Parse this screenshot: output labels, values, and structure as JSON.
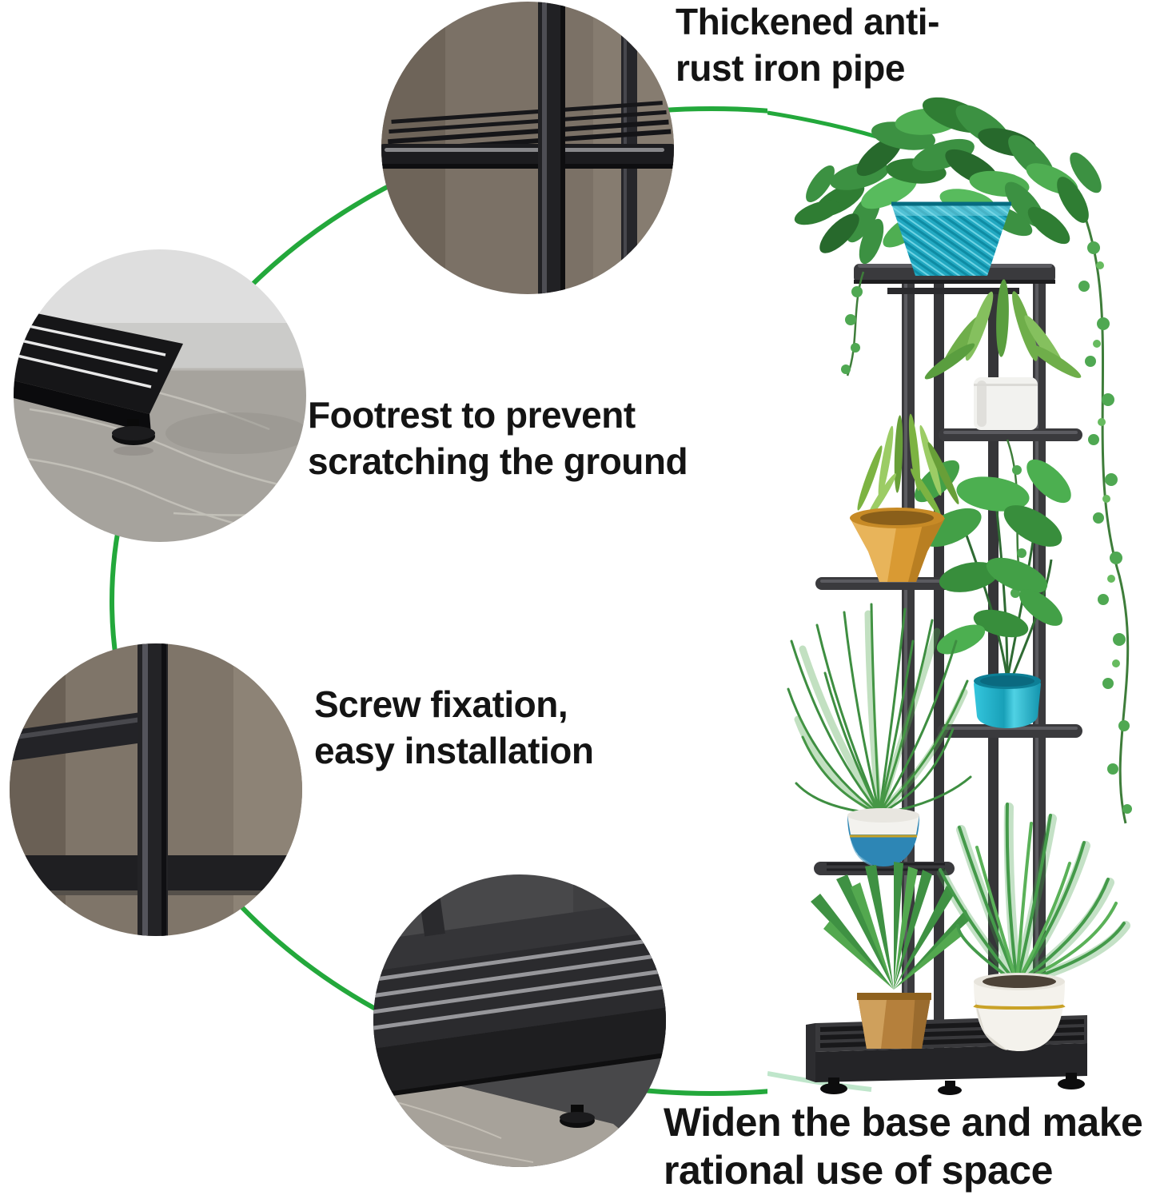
{
  "captions": {
    "pipe": {
      "line1": "Thickened anti-",
      "line2": "rust iron pipe"
    },
    "footrest": {
      "line1": "Footrest to prevent",
      "line2": "scratching the ground"
    },
    "screw": {
      "line1": "Screw fixation,",
      "line2": "easy installation"
    },
    "base": {
      "line1": "Widen the base and make",
      "line2": "rational use of space"
    }
  },
  "ring": {
    "color": "#23a83b",
    "pale_color": "#bfe6cb"
  },
  "photos": {
    "pipe": "close-up of thickened anti-rust iron pipe and slatted shelf",
    "footrest": "adjustable footrest pad on marble floor",
    "screw": "screw-fixed pipe joint of the stand frame",
    "base": "widened slatted metal base with adjustable foot",
    "stand": "six-tier black metal plant stand filled with potted plants"
  },
  "colors": {
    "metal": "#3a3a3d",
    "teal_woven_pot": "#22a9c2",
    "white_pot": "#f2f2ef",
    "yellow_pot": "#d99a33",
    "teal_glossy_pot": "#29b9d2",
    "blue_white_bowl": "#2d86b5",
    "tan_pot": "#b5803c",
    "gold_ring": "#c9a227",
    "leaf_dark": "#2c6b2f",
    "leaf_mid": "#3f8f43",
    "leaf_light": "#57ab52"
  }
}
